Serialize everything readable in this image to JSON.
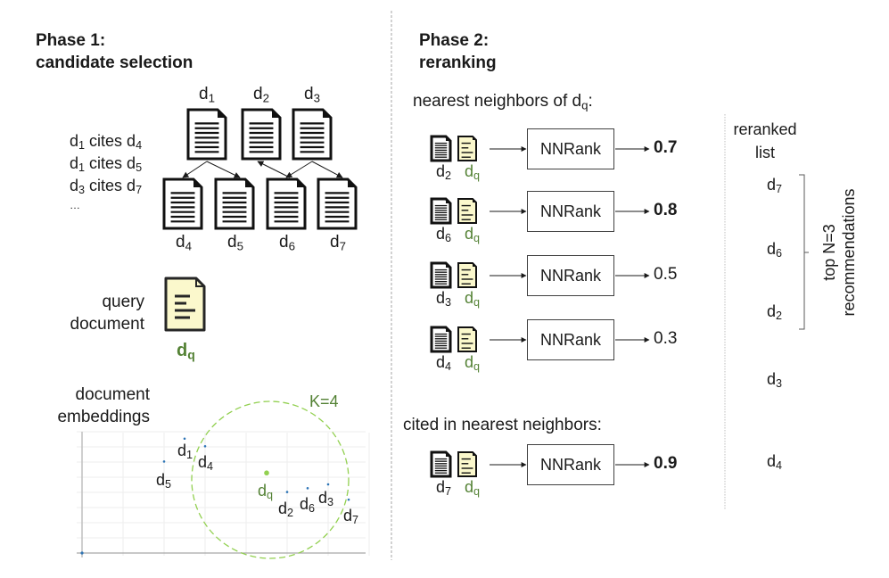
{
  "phase1": {
    "title_line1": "Phase 1:",
    "title_line2": "candidate selection",
    "citations": [
      {
        "src": "1",
        "dst": "4"
      },
      {
        "src": "1",
        "dst": "5"
      },
      {
        "src": "3",
        "dst": "7"
      }
    ],
    "citations_verb": "cites",
    "citations_more": "…",
    "graph_top": [
      {
        "name": "d",
        "sub": "1"
      },
      {
        "name": "d",
        "sub": "2"
      },
      {
        "name": "d",
        "sub": "3"
      }
    ],
    "graph_bottom": [
      {
        "name": "d",
        "sub": "4"
      },
      {
        "name": "d",
        "sub": "5"
      },
      {
        "name": "d",
        "sub": "6"
      },
      {
        "name": "d",
        "sub": "7"
      }
    ],
    "edges": [
      {
        "from": "d1",
        "to": "d4"
      },
      {
        "from": "d1",
        "to": "d5"
      },
      {
        "from": "d6",
        "to": "d2"
      },
      {
        "from": "d3",
        "to": "d6"
      },
      {
        "from": "d3",
        "to": "d7"
      }
    ],
    "query_label_line1": "query",
    "query_label_line2": "document",
    "query_doc": {
      "name": "d",
      "sub": "q"
    },
    "embeddings_label_line1": "document",
    "embeddings_label_line2": "embeddings",
    "k_label": "K=4",
    "embedding_points": [
      {
        "id": "d1",
        "name": "d",
        "sub": "1",
        "x": 2.5,
        "y": 7.5
      },
      {
        "id": "d4",
        "name": "d",
        "sub": "4",
        "x": 3.0,
        "y": 7.0
      },
      {
        "id": "d5",
        "name": "d",
        "sub": "5",
        "x": 2.0,
        "y": 6.0
      },
      {
        "id": "dq",
        "name": "d",
        "sub": "q",
        "x": 4.5,
        "y": 5.25,
        "query": true
      },
      {
        "id": "d2",
        "name": "d",
        "sub": "2",
        "x": 5.0,
        "y": 4.0
      },
      {
        "id": "d6",
        "name": "d",
        "sub": "6",
        "x": 5.5,
        "y": 4.25
      },
      {
        "id": "d3",
        "name": "d",
        "sub": "3",
        "x": 6.0,
        "y": 4.5
      },
      {
        "id": "d7",
        "name": "d",
        "sub": "7",
        "x": 6.5,
        "y": 3.5
      }
    ]
  },
  "phase2": {
    "title_line1": "Phase 2:",
    "title_line2": "reranking",
    "nn_heading": "nearest neighbors of d",
    "nn_heading_sub": "q",
    "nn_heading_suffix": ":",
    "model_label": "NNRank",
    "pairs": [
      {
        "doc": "d",
        "doc_sub": "2",
        "query": "d",
        "query_sub": "q",
        "score": "0.7",
        "bold": true
      },
      {
        "doc": "d",
        "doc_sub": "6",
        "query": "d",
        "query_sub": "q",
        "score": "0.8",
        "bold": true
      },
      {
        "doc": "d",
        "doc_sub": "3",
        "query": "d",
        "query_sub": "q",
        "score": "0.5",
        "bold": false
      },
      {
        "doc": "d",
        "doc_sub": "4",
        "query": "d",
        "query_sub": "q",
        "score": "0.3",
        "bold": false
      }
    ],
    "cited_heading": "cited in nearest neighbors:",
    "cited_pairs": [
      {
        "doc": "d",
        "doc_sub": "7",
        "query": "d",
        "query_sub": "q",
        "score": "0.9",
        "bold": true
      }
    ]
  },
  "reranked": {
    "title_line1": "reranked",
    "title_line2": "list",
    "items": [
      {
        "name": "d",
        "sub": "7"
      },
      {
        "name": "d",
        "sub": "6"
      },
      {
        "name": "d",
        "sub": "2"
      },
      {
        "name": "d",
        "sub": "3"
      },
      {
        "name": "d",
        "sub": "4"
      }
    ],
    "bracket_label_line1": "top N=3",
    "bracket_label_line2": "recommendations"
  },
  "colors": {
    "query_green": "#548235",
    "circle_green": "#92d050",
    "query_doc_fill": "#fbf8cc",
    "point_blue": "#2e75b6"
  }
}
